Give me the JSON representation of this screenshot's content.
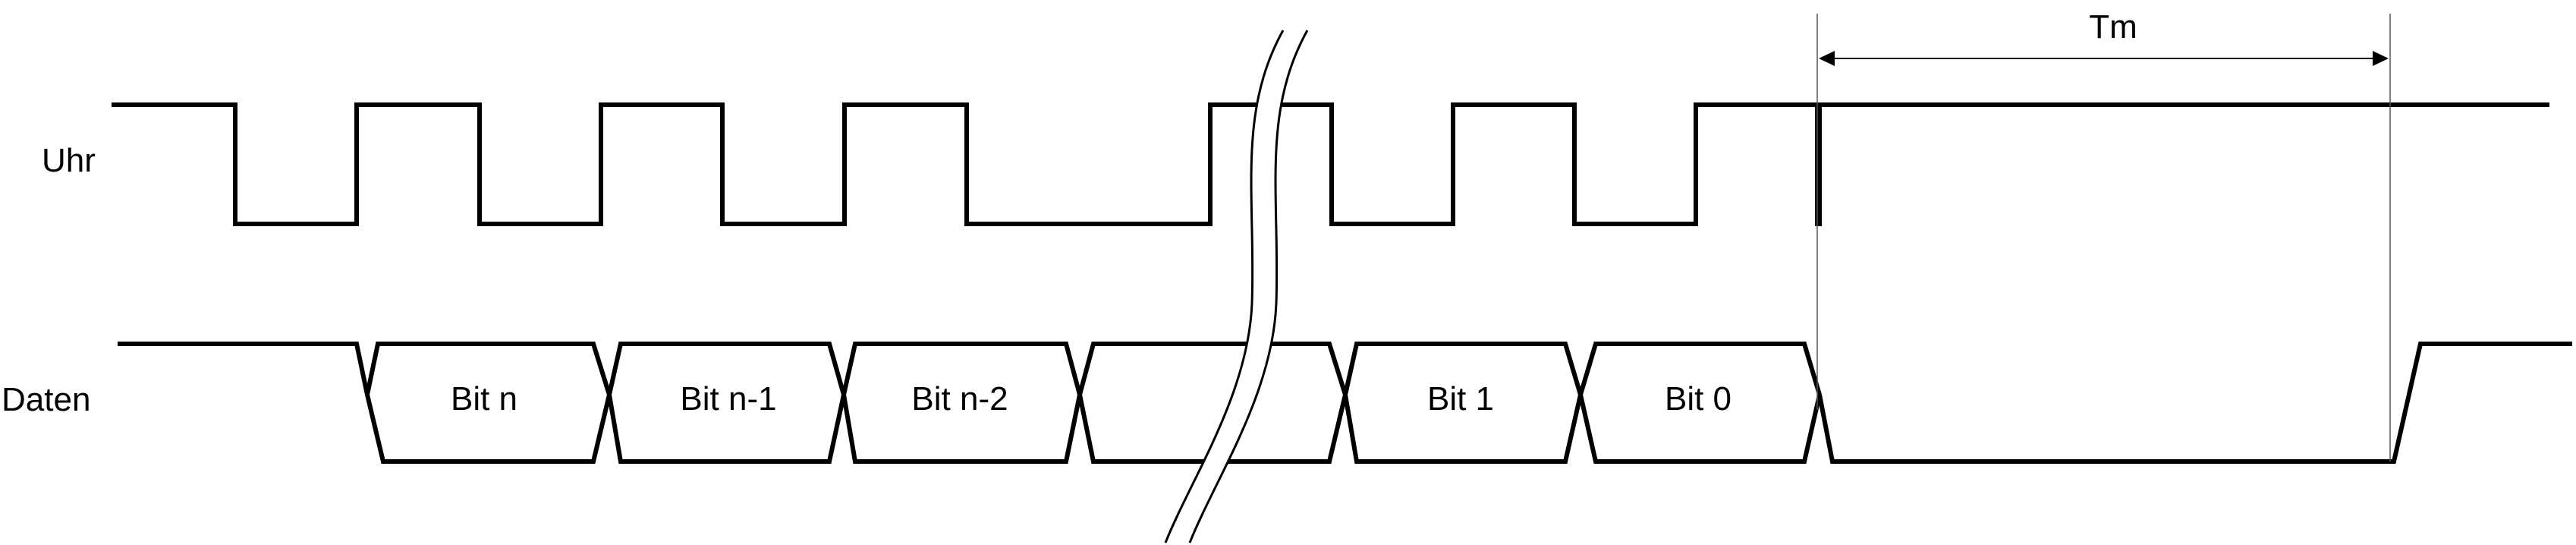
{
  "signals": {
    "clock": {
      "label": "Uhr"
    },
    "data": {
      "label": "Daten"
    }
  },
  "data_bits": {
    "cells": [
      "Bit n",
      "Bit n-1",
      "Bit n-2",
      "",
      "Bit 1",
      "Bit 0"
    ]
  },
  "timing": {
    "interval_label": "Tm"
  }
}
